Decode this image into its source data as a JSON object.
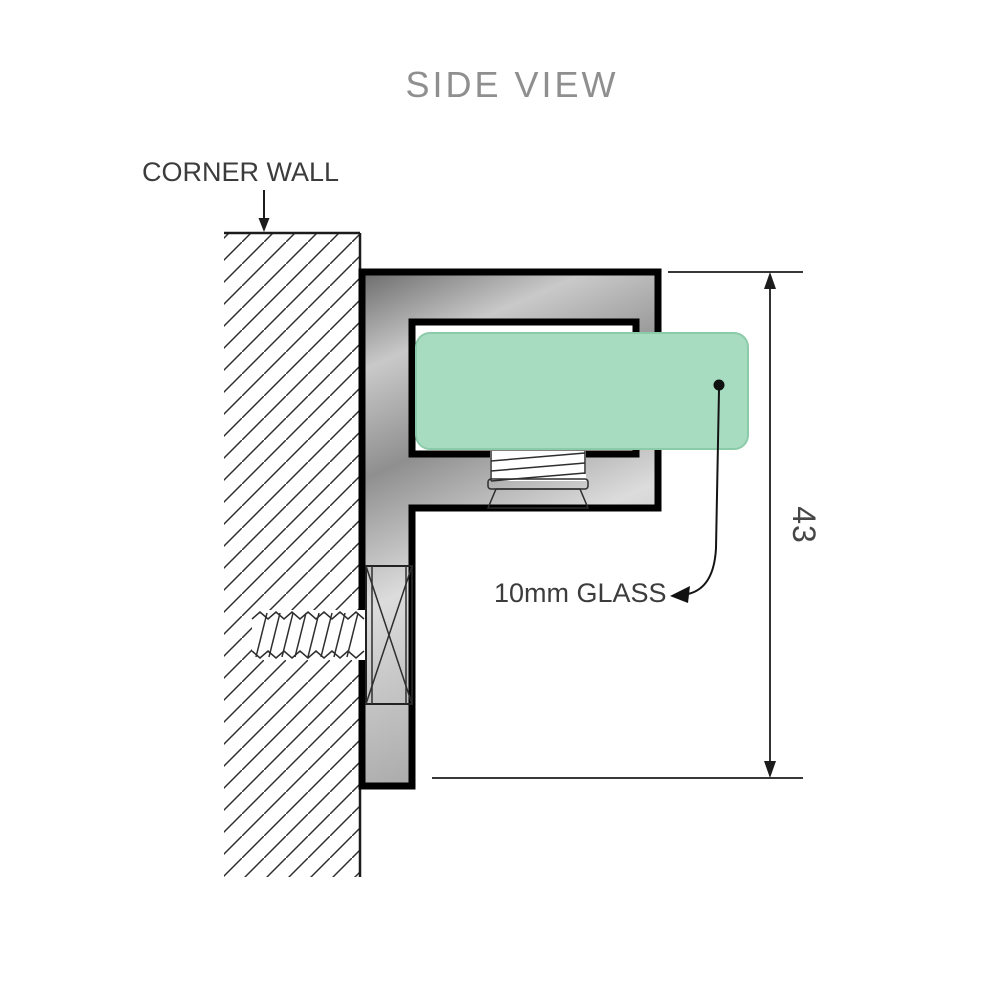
{
  "diagram": {
    "title": "SIDE VIEW",
    "wall_label": "CORNER WALL",
    "glass_label": "10mm GLASS",
    "dimension_label": "43",
    "colors": {
      "glass_fill": "#a7dcc0",
      "glass_edge": "#8ccbaa",
      "metal_dark": "#6b6b6b",
      "metal_mid": "#c9c9c9",
      "metal_light": "#a8a8a8",
      "outline": "#000000",
      "line": "#1c1c1c",
      "title_text": "#8f8f8f",
      "label_text": "#3c3c3c",
      "hatch": "#2e2e2e",
      "background": "#ffffff"
    }
  }
}
